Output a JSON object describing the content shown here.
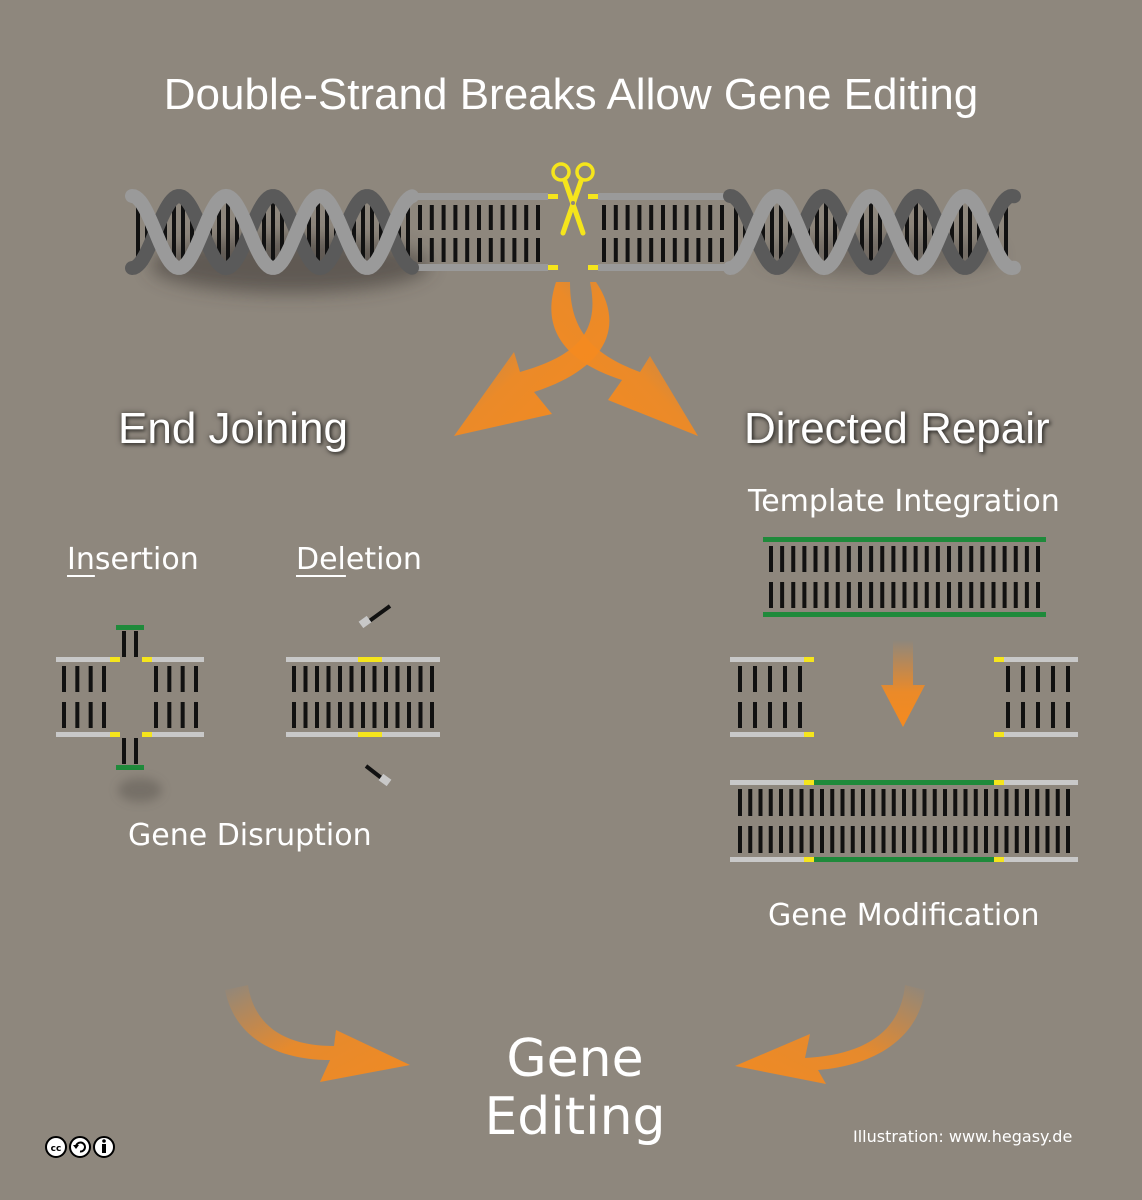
{
  "title": "Double-Strand Breaks Allow Gene Editing",
  "left_panel": {
    "heading": "End Joining",
    "insertion_prefix": "In",
    "insertion_rest": "sertion",
    "deletion_prefix": "Del",
    "deletion_rest": "etion",
    "caption": "Gene Disruption"
  },
  "right_panel": {
    "heading": "Directed Repair",
    "subheading": "Template Integration",
    "caption": "Gene Modification"
  },
  "outcome": {
    "line1": "Gene",
    "line2": "Editing"
  },
  "credit": "Illustration: www.hegasy.de",
  "license_icons": [
    "cc-icon",
    "share-alike-icon",
    "attribution-icon"
  ],
  "colors": {
    "background": "#8e877d",
    "backbone": "#c8c8c8",
    "base": "#111111",
    "cut_site": "#f5e51c",
    "template": "#1f8a3b",
    "arrow": "#f58a1f",
    "scissors": "#f5e51c"
  }
}
